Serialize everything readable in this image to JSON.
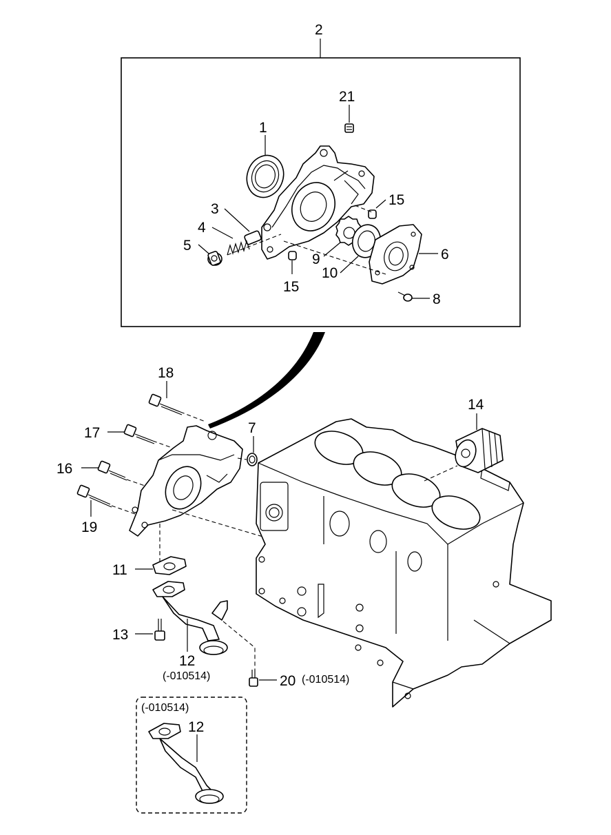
{
  "callouts": {
    "c2": "2",
    "c21": "21",
    "c1": "1",
    "c3": "3",
    "c4": "4",
    "c5": "5",
    "c15a": "15",
    "c15b": "15",
    "c6": "6",
    "c9": "9",
    "c10": "10",
    "c8": "8",
    "c18": "18",
    "c17": "17",
    "c16": "16",
    "c19": "19",
    "c7": "7",
    "c14": "14",
    "c11": "11",
    "c13": "13",
    "c12a": "12",
    "c12a_note": "(-010514)",
    "c20": "20",
    "c20_note": "(-010514)",
    "inset_note": "(-010514)",
    "c12b": "12"
  }
}
